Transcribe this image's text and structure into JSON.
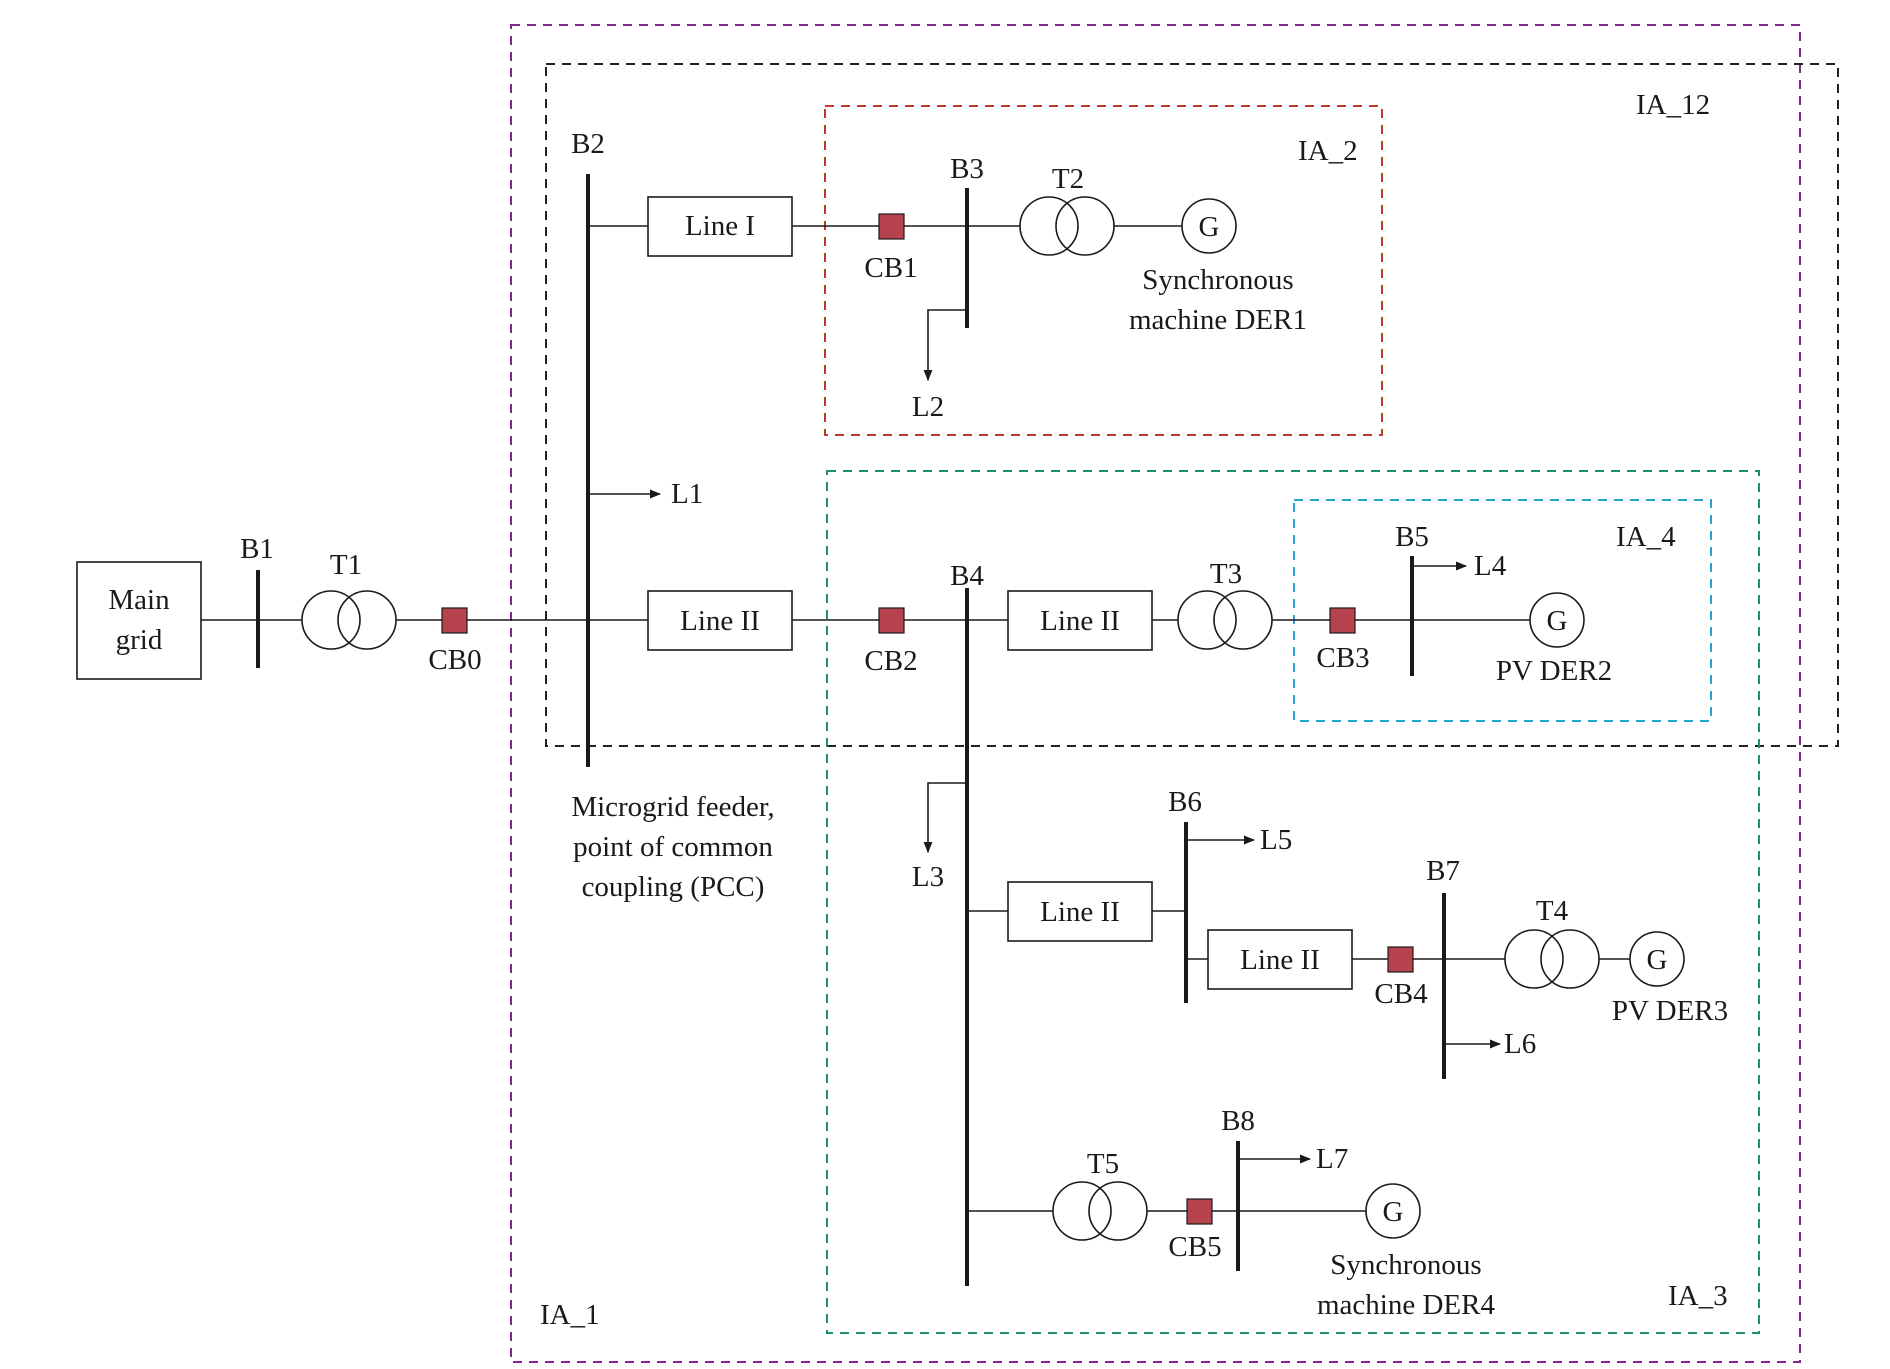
{
  "colors": {
    "zone_ia1": "#7f2a8c",
    "zone_ia12": "#222222",
    "zone_ia2": "#c0392b",
    "zone_ia3": "#1e8f6b",
    "zone_ia4": "#2aa3d3",
    "breaker": "#b5424c"
  },
  "zones": {
    "ia1": "IA_1",
    "ia12": "IA_12",
    "ia2": "IA_2",
    "ia3": "IA_3",
    "ia4": "IA_4"
  },
  "grid": {
    "line1": "Main",
    "line2": "grid"
  },
  "buses": {
    "b1": "B1",
    "b2": "B2",
    "b3": "B3",
    "b4": "B4",
    "b5": "B5",
    "b6": "B6",
    "b7": "B7",
    "b8": "B8"
  },
  "transformers": {
    "t1": "T1",
    "t2": "T2",
    "t3": "T3",
    "t4": "T4",
    "t5": "T5"
  },
  "breakers": {
    "cb0": "CB0",
    "cb1": "CB1",
    "cb2": "CB2",
    "cb3": "CB3",
    "cb4": "CB4",
    "cb5": "CB5"
  },
  "lines": {
    "line_b2_b3": "Line I",
    "line_b2_b4": "Line II",
    "line_b4_t3": "Line II",
    "line_b4_b6": "Line II",
    "line_b6_b7": "Line II"
  },
  "loads": {
    "l1": "L1",
    "l2": "L2",
    "l3": "L3",
    "l4": "L4",
    "l5": "L5",
    "l6": "L6",
    "l7": "L7"
  },
  "generators": {
    "symbol": "G",
    "der1_line1": "Synchronous",
    "der1_line2": "machine DER1",
    "der2": "PV DER2",
    "der3": "PV DER3",
    "der4_line1": "Synchronous",
    "der4_line2": "machine DER4"
  },
  "pcc": {
    "line1": "Microgrid feeder,",
    "line2": "point of common",
    "line3": "coupling (PCC)"
  }
}
